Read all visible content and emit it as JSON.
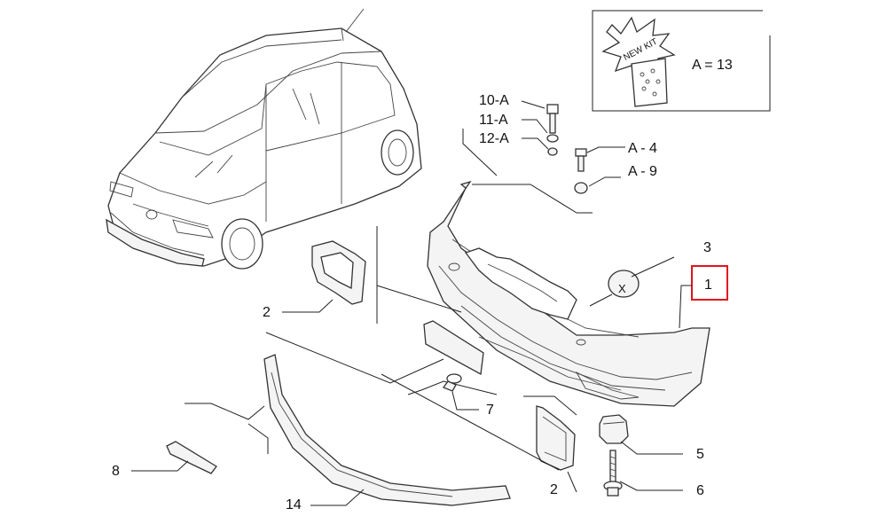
{
  "diagram": {
    "kit_box": {
      "badge_text": "NEW KIT",
      "equation": "A = 13"
    },
    "callouts": {
      "c10a": "10-A",
      "c11a": "11-A",
      "c12a": "12-A",
      "ca4": "A - 4",
      "ca9": "A - 9",
      "c3": "3",
      "c1": "1",
      "c2a": "2",
      "c2b": "2",
      "c7": "7",
      "c5": "5",
      "c6": "6",
      "c8": "8",
      "c14": "14",
      "cx": "X"
    },
    "highlight_color": "#e0141e"
  }
}
